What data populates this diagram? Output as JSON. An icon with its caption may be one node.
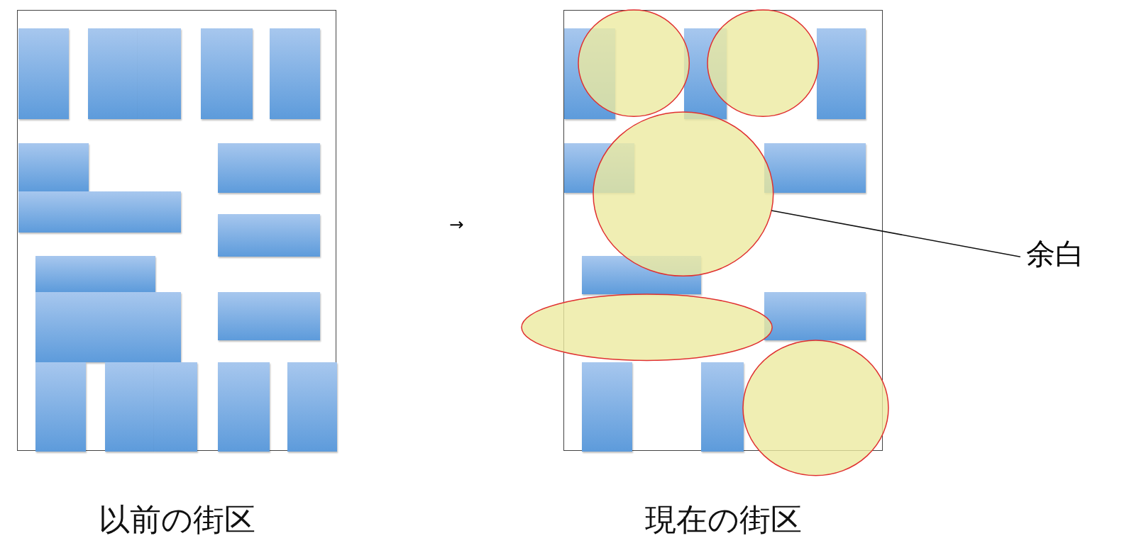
{
  "diagram": {
    "nodes": [
      {
        "text": [
          "以前の街区"
        ]
      },
      {
        "text": [
          "現在の街区"
        ]
      },
      {
        "text": [],
        "shape": "circle",
        "in": 1
      },
      {
        "text": [],
        "shape": "circle",
        "in": 1
      },
      {
        "text": [],
        "shape": "circle",
        "in": 1
      },
      {
        "text": [],
        "shape": "circle"
      },
      {
        "text": [],
        "shape": "circle"
      },
      {
        "text": [
          "余白"
        ]
      }
    ],
    "edges": [
      {
        "from": 7,
        "to": 4,
        "arrow": "none"
      }
    ],
    "labels": [
      "→"
    ]
  }
}
